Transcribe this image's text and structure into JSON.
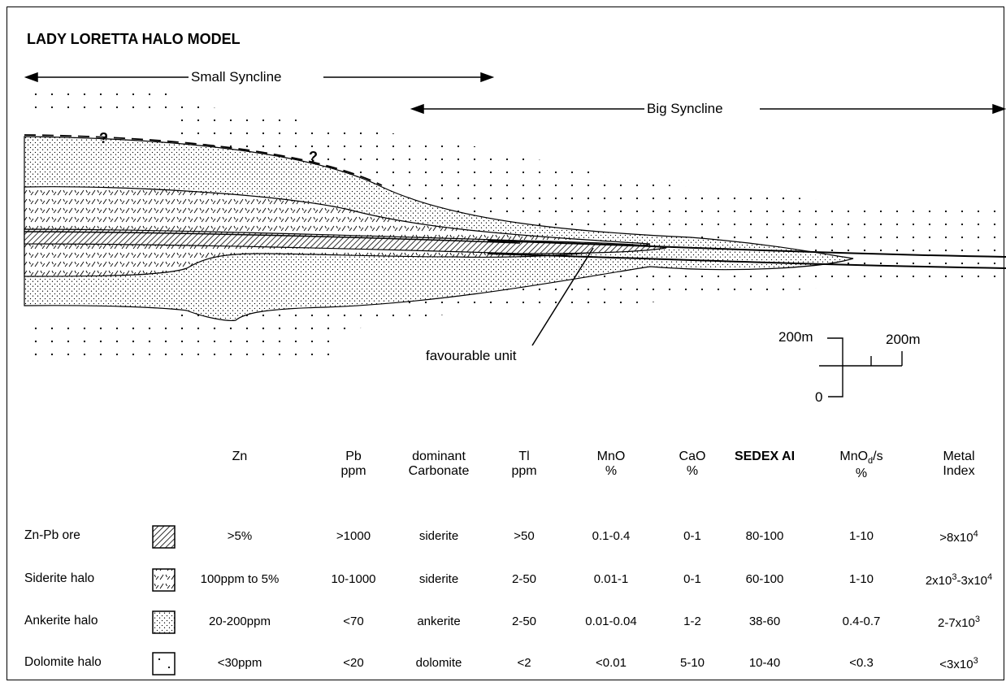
{
  "title": "LADY LORETTA HALO MODEL",
  "labels": {
    "small_syncline": "Small Syncline",
    "big_syncline": "Big Syncline",
    "favourable_unit": "favourable unit",
    "question_mark": "?",
    "scale_vertical": "200m",
    "scale_horizontal": "200m",
    "scale_zero": "0"
  },
  "table": {
    "headers": [
      {
        "l1": "Zn",
        "l2": ""
      },
      {
        "l1": "Pb",
        "l2": "ppm"
      },
      {
        "l1": "dominant",
        "l2": "Carbonate"
      },
      {
        "l1": "Tl",
        "l2": "ppm"
      },
      {
        "l1": "MnO",
        "l2": "%"
      },
      {
        "l1": "CaO",
        "l2": "%"
      },
      {
        "l1": "SEDEX AI",
        "l2": ""
      },
      {
        "l1": "MnOd/s",
        "l2": "%"
      },
      {
        "l1": "Metal",
        "l2": "Index"
      }
    ],
    "rows": [
      {
        "label": "Zn-Pb ore",
        "pattern": "diagonal-hatch",
        "zn": ">5%",
        "pb": ">1000",
        "carb": "siderite",
        "tl": ">50",
        "mno": "0.1-0.4",
        "cao": "0-1",
        "sedex": "80-100",
        "mnods": "1-10",
        "metal": ">8x10^4"
      },
      {
        "label": "Siderite halo",
        "pattern": "dash-tick",
        "zn": "100ppm to 5%",
        "pb": "10-1000",
        "carb": "siderite",
        "tl": "2-50",
        "mno": "0.01-1",
        "cao": "0-1",
        "sedex": "60-100",
        "mnods": "1-10",
        "metal": "2x10^3-3x10^4"
      },
      {
        "label": "Ankerite halo",
        "pattern": "dense-stipple",
        "zn": "20-200ppm",
        "pb": "<70",
        "carb": "ankerite",
        "tl": "2-50",
        "mno": "0.01-0.04",
        "cao": "1-2",
        "sedex": "38-60",
        "mnods": "0.4-0.7",
        "metal": "2-7x10^3"
      },
      {
        "label": "Dolomite halo",
        "pattern": "sparse-dots",
        "zn": "<30ppm",
        "pb": "<20",
        "carb": "dolomite",
        "tl": "<2",
        "mno": "<0.01",
        "cao": "5-10",
        "sedex": "10-40",
        "mnods": "<0.3",
        "metal": "<3x10^3"
      }
    ]
  }
}
